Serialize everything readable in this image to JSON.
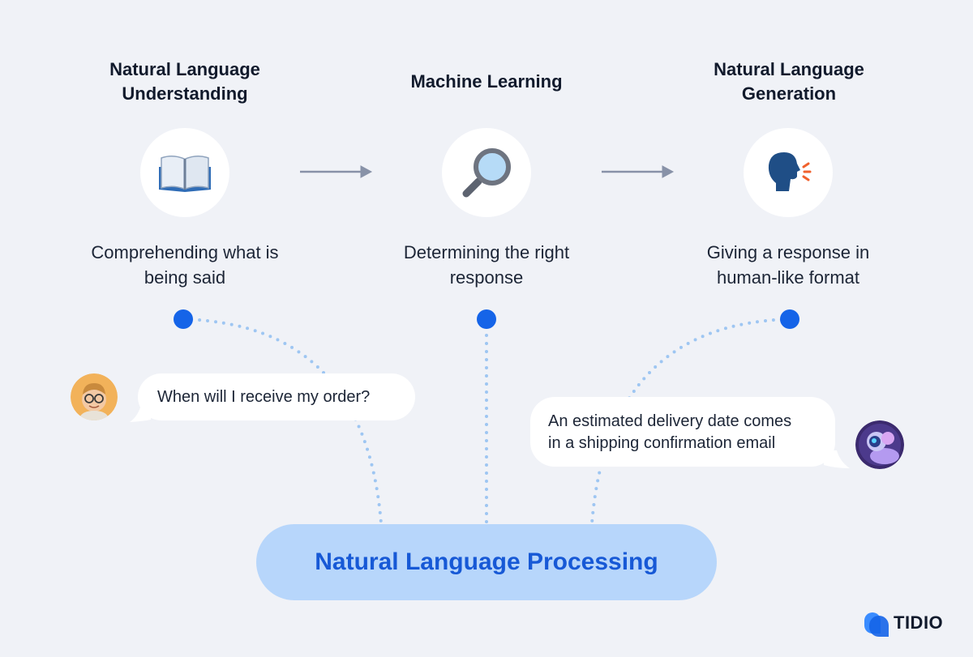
{
  "stages": [
    {
      "title": "Natural Language Understanding",
      "icon": "open-book-icon",
      "description": "Comprehending what is being said"
    },
    {
      "title": "Machine Learning",
      "icon": "magnifying-glass-icon",
      "description": "Determining the right response"
    },
    {
      "title": "Natural Language Generation",
      "icon": "speaking-head-icon",
      "description": "Giving a response in human-like format"
    }
  ],
  "chat": {
    "user_message": "When will I receive my order?",
    "bot_message_line1": "An estimated delivery date comes",
    "bot_message_line2": "in a shipping confirmation email"
  },
  "center_label": "Natural Language Processing",
  "brand": "TIDIO",
  "colors": {
    "background": "#f0f2f7",
    "accent": "#1564e8",
    "pill": "#b7d6fb",
    "pill_text": "#1759d6",
    "dotted_line": "#9ec6f2"
  }
}
